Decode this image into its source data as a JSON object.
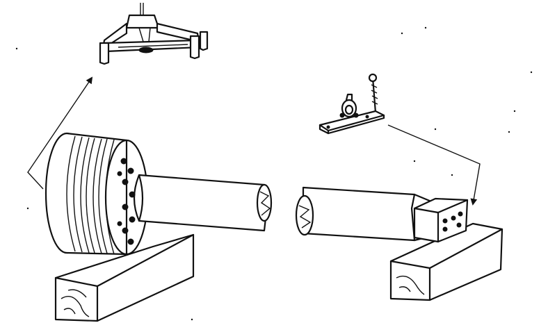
{
  "figure": {
    "background_color": "#ffffff",
    "ink_color": "#111111",
    "parts": [
      {
        "id": "lifting-yoke",
        "icon": "three-arm-lifting-yoke"
      },
      {
        "id": "rotor-shaft",
        "icon": "rotor-with-broken-shaft"
      },
      {
        "id": "eye-bolt-plate",
        "icon": "shackle-plate-with-screw"
      },
      {
        "id": "support-blocks",
        "icon": "wooden-timber-blocks"
      },
      {
        "id": "arrows",
        "icon": "curved-pointer-arrows"
      }
    ]
  }
}
